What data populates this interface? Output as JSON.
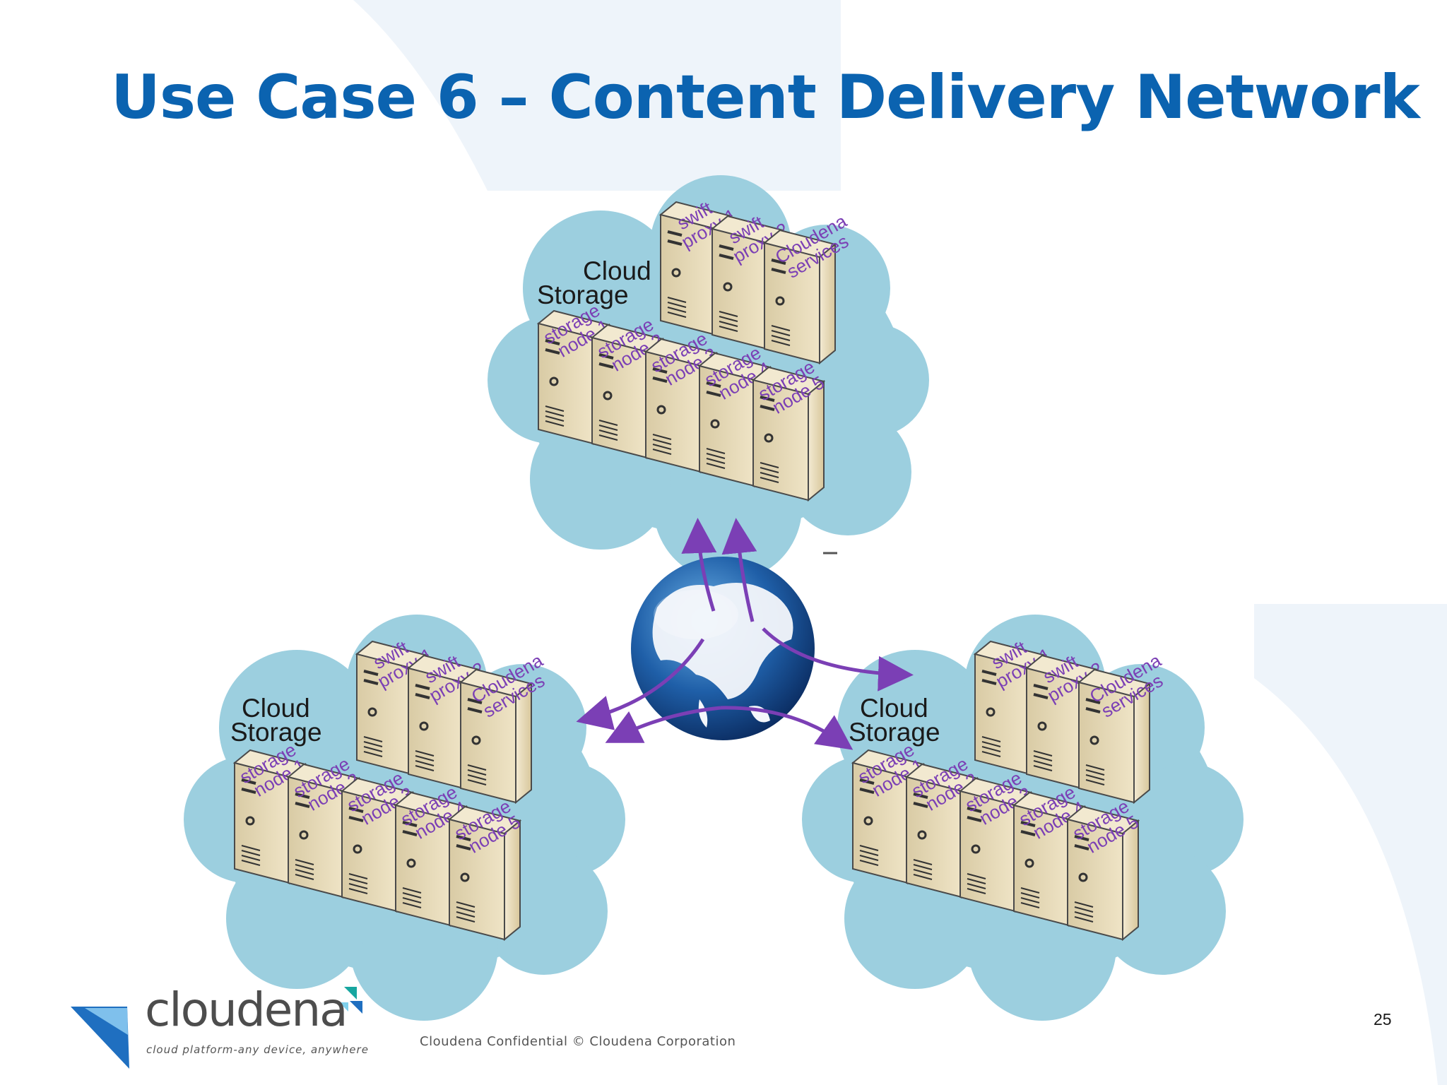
{
  "slide": {
    "title": "Use Case 6 – Content Delivery Network",
    "page_number": "25",
    "footer_text": "Cloudena Confidential © Cloudena Corporation"
  },
  "logo": {
    "wordmark": "cloudena",
    "tagline": "cloud platform-any device, anywhere"
  },
  "clusters": [
    {
      "label_line1": "Cloud",
      "label_line2": "Storage",
      "proxies": [
        {
          "line1": "swift",
          "line2": "proxy 1"
        },
        {
          "line1": "swift",
          "line2": "proxy 2"
        },
        {
          "line1": "Cloudena",
          "line2": "services"
        }
      ],
      "nodes": [
        {
          "line1": "storage",
          "line2": "node 1"
        },
        {
          "line1": "storage",
          "line2": "node 2"
        },
        {
          "line1": "storage",
          "line2": "node 3"
        },
        {
          "line1": "storage",
          "line2": "node 4"
        },
        {
          "line1": "storage",
          "line2": "node 5"
        }
      ]
    },
    {
      "label_line1": "Cloud",
      "label_line2": "Storage",
      "proxies": [
        {
          "line1": "swift",
          "line2": "proxy 1"
        },
        {
          "line1": "swift",
          "line2": "proxy 2"
        },
        {
          "line1": "Cloudena",
          "line2": "services"
        }
      ],
      "nodes": [
        {
          "line1": "storage",
          "line2": "node 1"
        },
        {
          "line1": "storage",
          "line2": "node 2"
        },
        {
          "line1": "storage",
          "line2": "node 3"
        },
        {
          "line1": "storage",
          "line2": "node 4"
        },
        {
          "line1": "storage",
          "line2": "node 5"
        }
      ]
    },
    {
      "label_line1": "Cloud",
      "label_line2": "Storage",
      "proxies": [
        {
          "line1": "swift",
          "line2": "proxy 1"
        },
        {
          "line1": "swift",
          "line2": "proxy 2"
        },
        {
          "line1": "Cloudena",
          "line2": "services"
        }
      ],
      "nodes": [
        {
          "line1": "storage",
          "line2": "node 1"
        },
        {
          "line1": "storage",
          "line2": "node 2"
        },
        {
          "line1": "storage",
          "line2": "node 3"
        },
        {
          "line1": "storage",
          "line2": "node 4"
        },
        {
          "line1": "storage",
          "line2": "node 5"
        }
      ]
    }
  ],
  "colors": {
    "title": "#0b63b0",
    "cloud_fill": "#9ccfdf",
    "server_body": "#e8dcbc",
    "server_label": "#7b3fb5",
    "arrow": "#7b3fb5",
    "background_accent": "#eef4fa"
  },
  "icons": {
    "globe": "globe-icon",
    "server": "server-icon",
    "logo_mark": "cloudena-logo-mark-icon"
  }
}
